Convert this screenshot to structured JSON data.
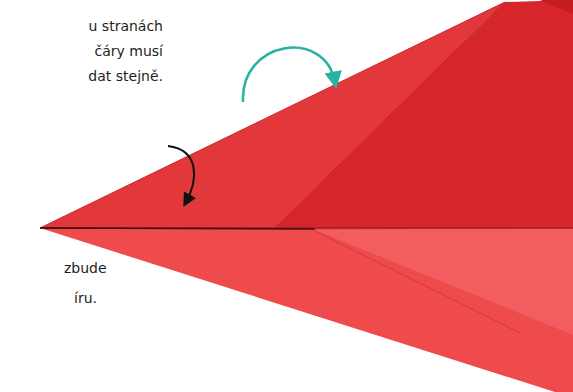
{
  "diagram": {
    "labels": [
      "u stranách čáry musí dat stejně.",
      "zbude",
      "íru."
    ]
  }
}
